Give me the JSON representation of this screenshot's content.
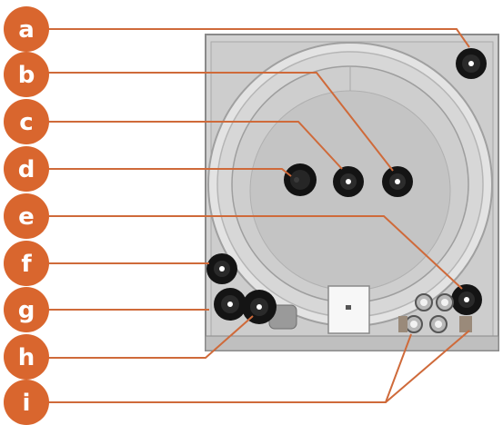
{
  "colors": {
    "accent": "#d9662e",
    "line": "#cf6a3a",
    "housing": "#cfcfcf",
    "housing_edge": "#8a8a8a",
    "drum": "#bdbdbd",
    "drum_light": "#d6d6d6",
    "fitting": "#111111"
  },
  "labels": {
    "a": "a",
    "b": "b",
    "c": "c",
    "d": "d",
    "e": "e",
    "f": "f",
    "g": "g",
    "h": "h",
    "i": "i"
  },
  "icons": [
    "round-connection-fitting",
    "valve-fitting",
    "front-panel-plate"
  ]
}
